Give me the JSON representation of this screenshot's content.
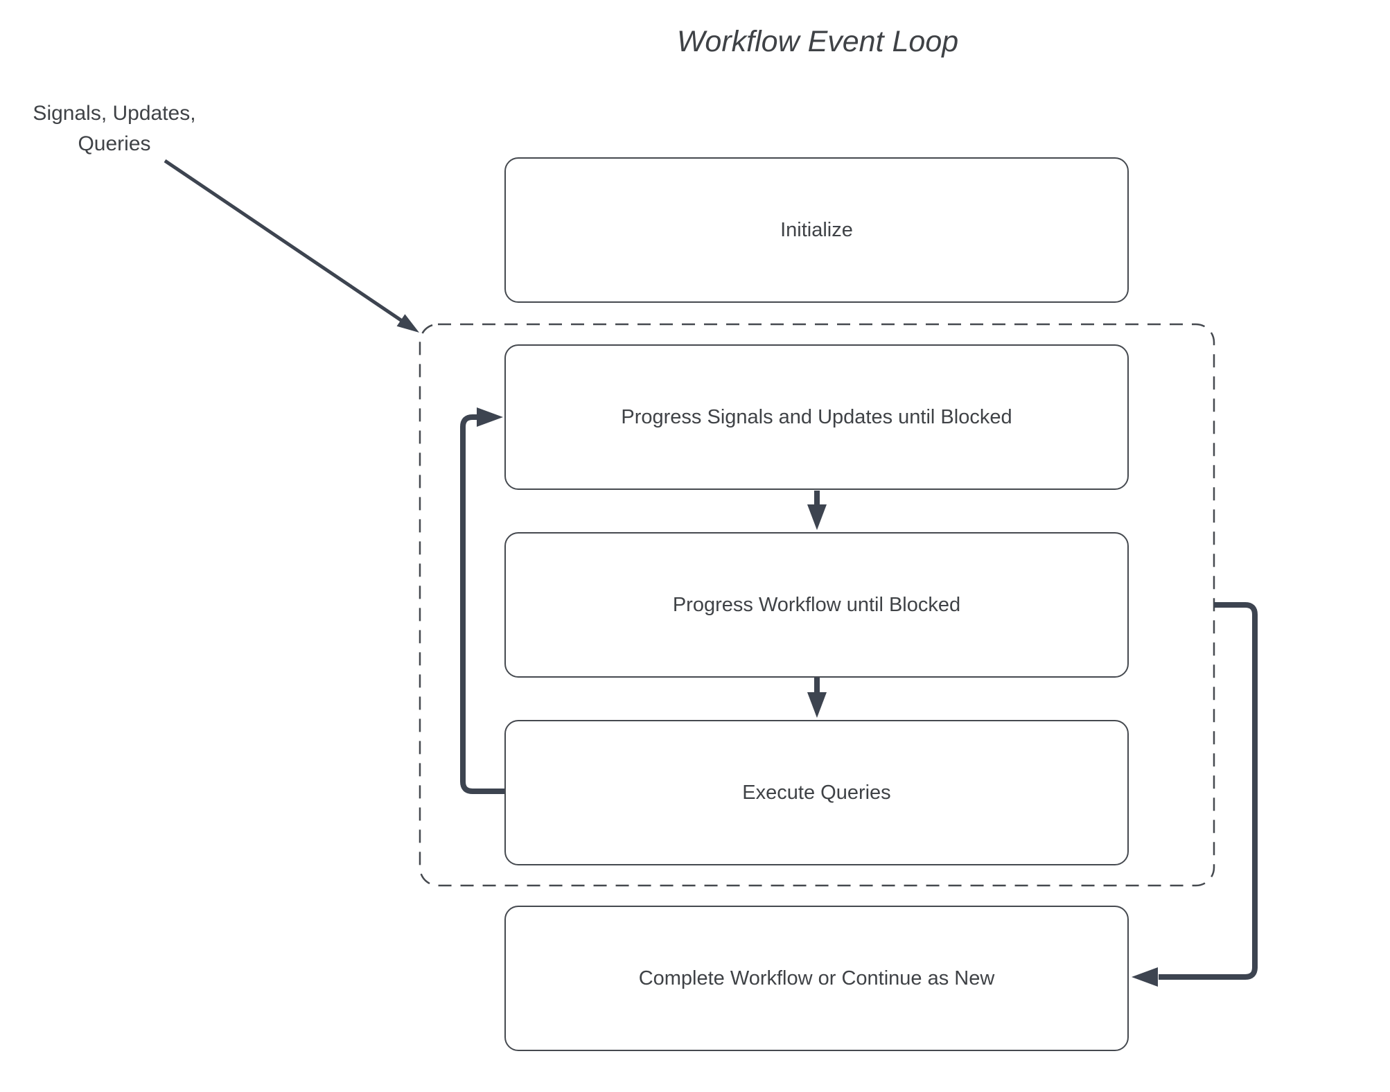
{
  "diagram": {
    "title": "Workflow Event Loop",
    "external_label": {
      "line1": "Signals, Updates,",
      "line2": "Queries"
    },
    "nodes": [
      {
        "id": "initialize",
        "label": "Initialize"
      },
      {
        "id": "progress-signals",
        "label": "Progress Signals and Updates until Blocked"
      },
      {
        "id": "progress-workflow",
        "label": "Progress Workflow until Blocked"
      },
      {
        "id": "execute-queries",
        "label": "Execute Queries"
      },
      {
        "id": "complete",
        "label": "Complete Workflow or Continue as New"
      }
    ],
    "colors": {
      "arrow": "#3d4450",
      "border": "#45494f",
      "text": "#3f4246",
      "background": "#ffffff"
    }
  }
}
